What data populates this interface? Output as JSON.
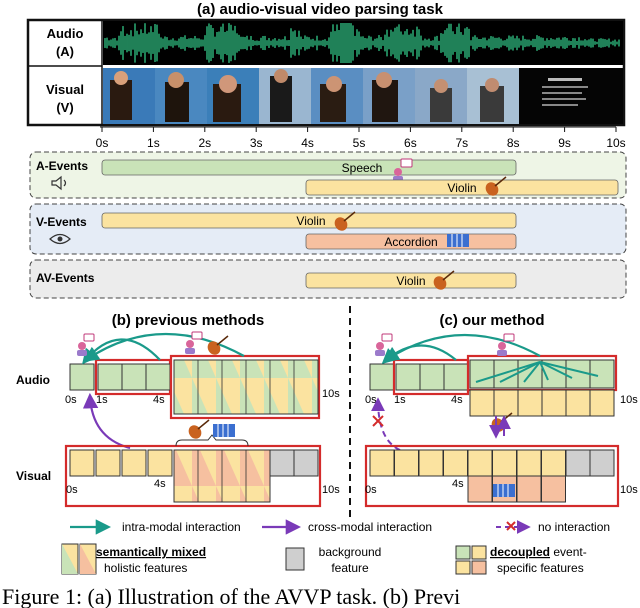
{
  "title_a": "(a) audio-visual video parsing task",
  "title_b": "(b) previous methods",
  "title_c": "(c) our method",
  "modality": {
    "audio_line1": "Audio",
    "audio_line2": "(A)",
    "visual_line1": "Visual",
    "visual_line2": "(V)"
  },
  "timeline_ticks": [
    "0s",
    "1s",
    "2s",
    "3s",
    "4s",
    "5s",
    "6s",
    "7s",
    "8s",
    "9s",
    "10s"
  ],
  "event_groups": {
    "a": "A-Events",
    "v": "V-Events",
    "av": "AV-Events"
  },
  "event_bars": {
    "speech": "Speech",
    "violin": "Violin",
    "accordion": "Accordion"
  },
  "panel_labels": {
    "audio": "Audio",
    "visual": "Visual"
  },
  "panel_times": {
    "t0": "0s",
    "t1": "1s",
    "t4": "4s",
    "t10": "10s"
  },
  "legend": {
    "intra": "intra-modal interaction",
    "cross": "cross-modal interaction",
    "none": "no interaction",
    "mixed_bold": "semantically mixed",
    "mixed_rest": "holistic features",
    "bg_line1": "background",
    "bg_line2": "feature",
    "dec_bold": "decoupled",
    "dec_rest1": " event-",
    "dec_rest2": "specific features"
  },
  "caption_fragment": "Figure 1: (a) Illustration of the AVVP task. (b) Previ",
  "colors": {
    "waveform": "#2eb87d",
    "speech_fill": "#c9e3b8",
    "violin_fill": "#fbe3a0",
    "accordion_fill": "#f6c0a0",
    "a_events_bg": "#eef5e6",
    "v_events_bg": "#e5ecf6",
    "av_events_bg": "#ececec",
    "intra_arrow": "#1a9a8a",
    "cross_arrow": "#7a3ab8",
    "red_box": "#d42b2b",
    "bg_gray": "#cfcfcf"
  }
}
